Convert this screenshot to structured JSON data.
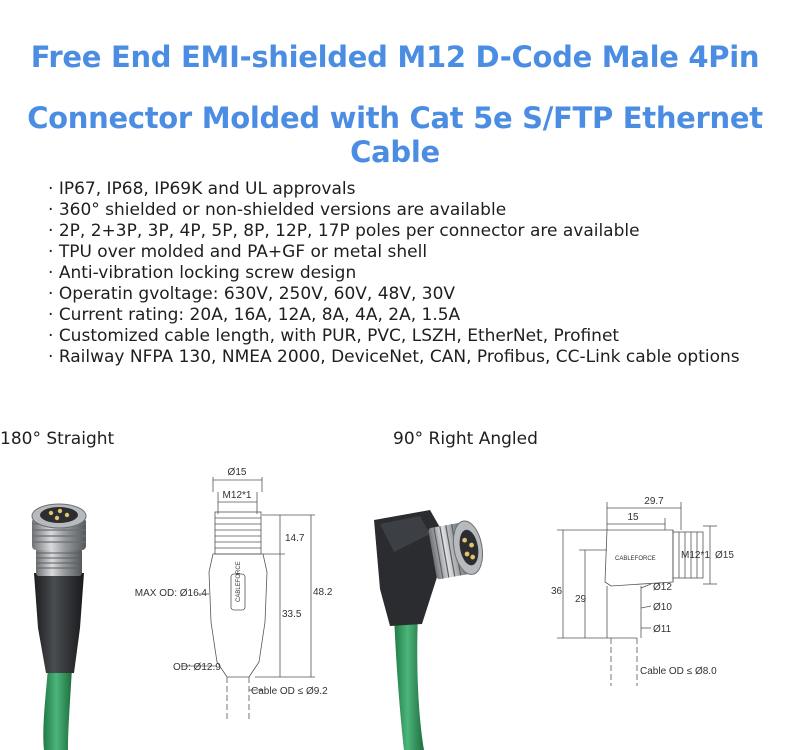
{
  "title": {
    "line1": "Free End EMI-shielded M12 D-Code Male 4Pin",
    "line2": "Connector Molded with Cat 5e S/FTP Ethernet Cable"
  },
  "features": [
    "IP67, IP68, IP69K and UL approvals",
    "360° shielded or non-shielded versions are available",
    "2P, 2+3P, 3P, 4P, 5P, 8P, 12P, 17P poles per connector are available",
    "TPU over molded and PA+GF or metal shell",
    "Anti-vibration locking screw design",
    "Operatin gvoltage: 630V, 250V, 60V, 48V, 30V",
    "Current rating: 20A, 16A, 12A, 8A, 4A, 2A, 1.5A",
    "Customized cable length, with PUR, PVC, LSZH, EtherNet, Profinet",
    "Railway NFPA 130, NMEA 2000, DeviceNet, CAN, Profibus, CC-Link cable options"
  ],
  "straight": {
    "caption": "180° Straight",
    "dims": {
      "dia": "Ø15",
      "thread": "M12*1",
      "head_len": "14.7",
      "total_len": "48.2",
      "body_len": "33.5",
      "max_od": "MAX OD: Ø16.4",
      "od": "OD: Ø12.9",
      "cable_od": "Cable OD ≤ Ø9.2",
      "brand": "CABLEFORCE"
    }
  },
  "angled": {
    "caption": "90° Right Angled",
    "dims": {
      "width_total": "29.7",
      "width_part": "15",
      "thread": "M12*1",
      "dia": "Ø15",
      "height_total": "36",
      "height_part": "29",
      "d12": "Ø12",
      "d10": "Ø10",
      "d11": "Ø11",
      "cable_od": "Cable OD ≤ Ø8.0",
      "brand": "CABLEFORCE"
    }
  },
  "colors": {
    "title": "#4a8de2",
    "cable": "#2f9a5e",
    "body": "#2a2c2f",
    "metal": "#a9acaf"
  }
}
